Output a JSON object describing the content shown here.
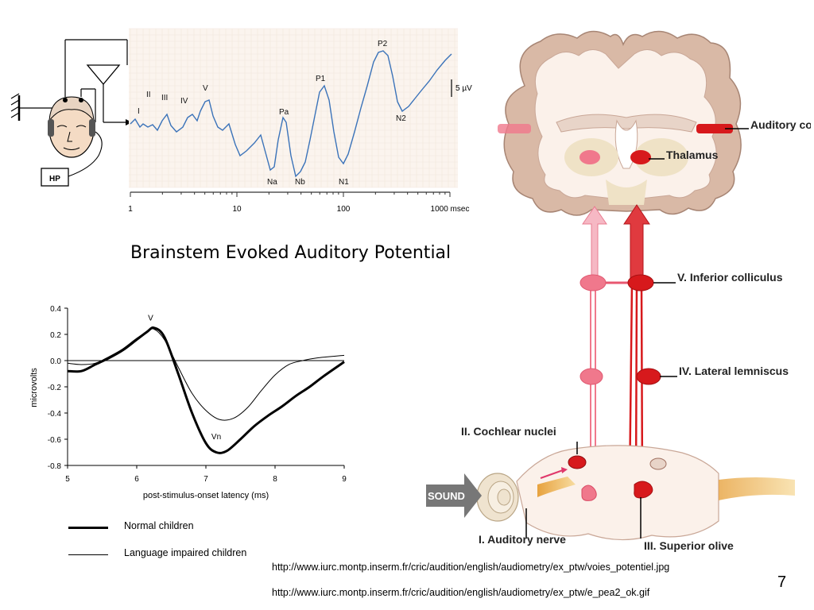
{
  "slide": {
    "title": "Brainstem Evoked Auditory Potential",
    "page_number": "7",
    "urls": [
      "http://www.iurc.montp.inserm.fr/cric/audition/english/audiometry/ex_ptw/voies_potentiel.jpg",
      "http://www.iurc.montp.inserm.fr/cric/audition/english/audiometry/ex_ptw/e_pea2_ok.gif"
    ]
  },
  "aep_figure": {
    "device_label": "HP",
    "scale_label": "5 µV",
    "x_ticks": [
      "1",
      "10",
      "100",
      "1000 msec"
    ],
    "peak_labels": [
      "I",
      "II",
      "III",
      "IV",
      "V",
      "Pa",
      "P1",
      "P2",
      "Na",
      "Nb",
      "N1",
      "N2"
    ],
    "colors": {
      "trace": "#3b73b9",
      "grid_bg": "#fbf4ee"
    }
  },
  "pathway_figure": {
    "labels": {
      "auditory_cortex": "Auditory cortex",
      "thalamus": "Thalamus",
      "inferior_colliculus": "V. Inferior colliculus",
      "lateral_lemniscus": "IV. Lateral lemniscus",
      "cochlear_nuclei": "II. Cochlear nuclei",
      "auditory_nerve": "I. Auditory nerve",
      "superior_olive": "III. Superior olive",
      "sound": "SOUND"
    },
    "colors": {
      "ipsi": "#f0788c",
      "contra": "#d7191c",
      "brain": "#d9b9a6",
      "cortex_fill": "#fbf1ea"
    }
  },
  "chart_data": {
    "type": "line",
    "xlabel": "post-stimulus-onset latency (ms)",
    "ylabel": "microvolts",
    "xlim": [
      5,
      9
    ],
    "ylim": [
      -0.8,
      0.4
    ],
    "x_ticks": [
      5,
      6,
      7,
      8,
      9
    ],
    "y_ticks": [
      "0.4",
      "0.2",
      "0.0",
      "-0.2",
      "-0.4",
      "-0.6",
      "-0.8"
    ],
    "grid": false,
    "annotations": [
      {
        "text": "V",
        "x": 6.2,
        "y": 0.27
      },
      {
        "text": "Vn",
        "x": 7.15,
        "y": -0.6
      }
    ],
    "series": [
      {
        "name": "Normal children",
        "x": [
          5.0,
          5.2,
          5.4,
          5.6,
          5.8,
          6.0,
          6.15,
          6.25,
          6.4,
          6.6,
          6.8,
          7.0,
          7.15,
          7.3,
          7.5,
          7.7,
          7.9,
          8.1,
          8.3,
          8.5,
          8.7,
          9.0
        ],
        "values": [
          -0.08,
          -0.08,
          -0.03,
          0.02,
          0.08,
          0.16,
          0.22,
          0.25,
          0.18,
          -0.1,
          -0.4,
          -0.63,
          -0.7,
          -0.69,
          -0.6,
          -0.5,
          -0.42,
          -0.35,
          -0.27,
          -0.2,
          -0.12,
          -0.01
        ]
      },
      {
        "name": "Language impaired children",
        "x": [
          5.0,
          5.2,
          5.4,
          5.6,
          5.8,
          6.0,
          6.15,
          6.25,
          6.4,
          6.6,
          6.8,
          7.0,
          7.2,
          7.4,
          7.6,
          7.8,
          8.0,
          8.2,
          8.4,
          8.6,
          9.0
        ],
        "values": [
          -0.02,
          -0.03,
          -0.02,
          0.03,
          0.09,
          0.17,
          0.22,
          0.24,
          0.16,
          -0.05,
          -0.25,
          -0.38,
          -0.45,
          -0.44,
          -0.36,
          -0.23,
          -0.11,
          -0.03,
          0.0,
          0.02,
          0.04
        ]
      }
    ],
    "legend": [
      {
        "label": "Normal children",
        "stroke_width": 3
      },
      {
        "label": "Language impaired children",
        "stroke_width": 1
      }
    ]
  }
}
